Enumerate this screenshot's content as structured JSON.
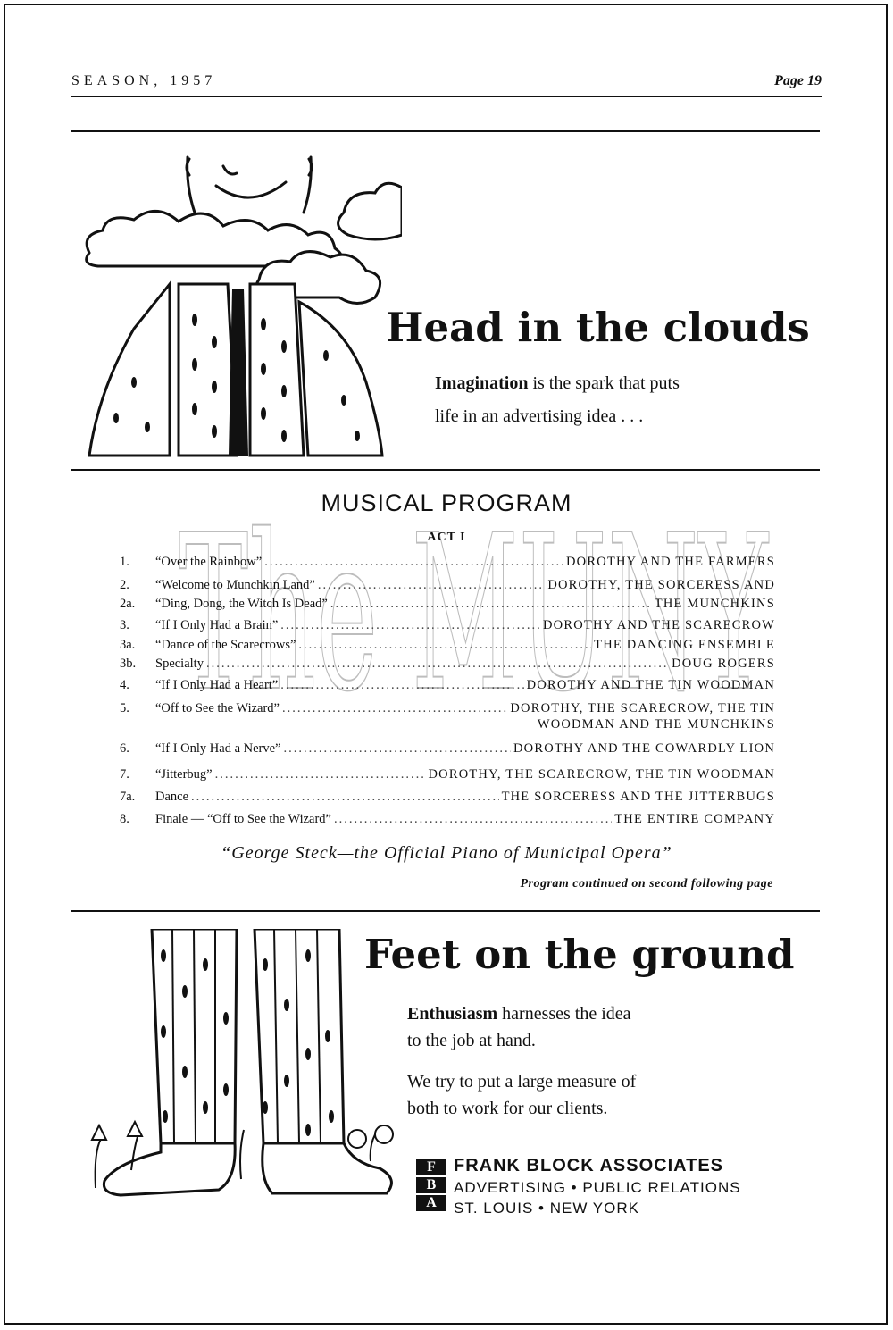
{
  "header": {
    "season": "SEASON, 1957",
    "page": "Page 19"
  },
  "ad_top": {
    "headline": "Head in the clouds",
    "body_bold": "Imagination",
    "body_line1_rest": " is the spark that puts",
    "body_line2": "life in an advertising idea . . ."
  },
  "program": {
    "title": "MUSICAL PROGRAM",
    "act": "ACT I",
    "items": [
      {
        "num": "1.",
        "title": "“Over the Rainbow”",
        "performers": "DOROTHY AND THE FARMERS"
      },
      {
        "num": "2.",
        "title": "“Welcome to Munchkin Land”",
        "performers": "DOROTHY, THE SORCERESS AND"
      },
      {
        "num": "2a.",
        "title": "“Ding, Dong, the Witch Is Dead”",
        "performers": "THE MUNCHKINS"
      },
      {
        "num": "3.",
        "title": "“If I Only Had a Brain”",
        "performers": "DOROTHY AND THE SCARECROW"
      },
      {
        "num": "3a.",
        "title": "“Dance of the Scarecrows”",
        "performers": "THE DANCING ENSEMBLE"
      },
      {
        "num": "3b.",
        "title": "Specialty",
        "performers": "DOUG ROGERS"
      },
      {
        "num": "4.",
        "title": "“If I Only Had a Heart”",
        "performers": "DOROTHY AND THE TIN WOODMAN"
      },
      {
        "num": "5.",
        "title": "“Off to See the Wizard”",
        "performers": "DOROTHY, THE SCARECROW, THE TIN",
        "performers_cont": "WOODMAN AND THE MUNCHKINS"
      },
      {
        "num": "6.",
        "title": "“If I Only Had a Nerve”",
        "performers": "DOROTHY AND THE COWARDLY LION"
      },
      {
        "num": "7.",
        "title": "“Jitterbug”",
        "performers": "DOROTHY, THE SCARECROW, THE TIN WOODMAN"
      },
      {
        "num": "7a.",
        "title": "Dance",
        "performers": "THE SORCERESS AND THE JITTERBUGS"
      },
      {
        "num": "8.",
        "title": "Finale — “Off to See the Wizard”",
        "performers": "THE ENTIRE COMPANY"
      }
    ],
    "quote": "“George Steck—the Official Piano of Municipal Opera”",
    "continued": "Program continued on second following page"
  },
  "ad_bottom": {
    "headline": "Feet on the ground",
    "p1_bold": "Enthusiasm",
    "p1_rest": " harnesses the idea",
    "p1_line2": "to the job at hand.",
    "p2_line1": "We try to put a large measure of",
    "p2_line2": "both to work for our clients."
  },
  "company": {
    "logo_letters": [
      "F",
      "B",
      "A"
    ],
    "name": "FRANK BLOCK ASSOCIATES",
    "services": "ADVERTISING • PUBLIC RELATIONS",
    "cities": "ST. LOUIS • NEW YORK"
  },
  "watermark": {
    "text": "The MUNY"
  }
}
